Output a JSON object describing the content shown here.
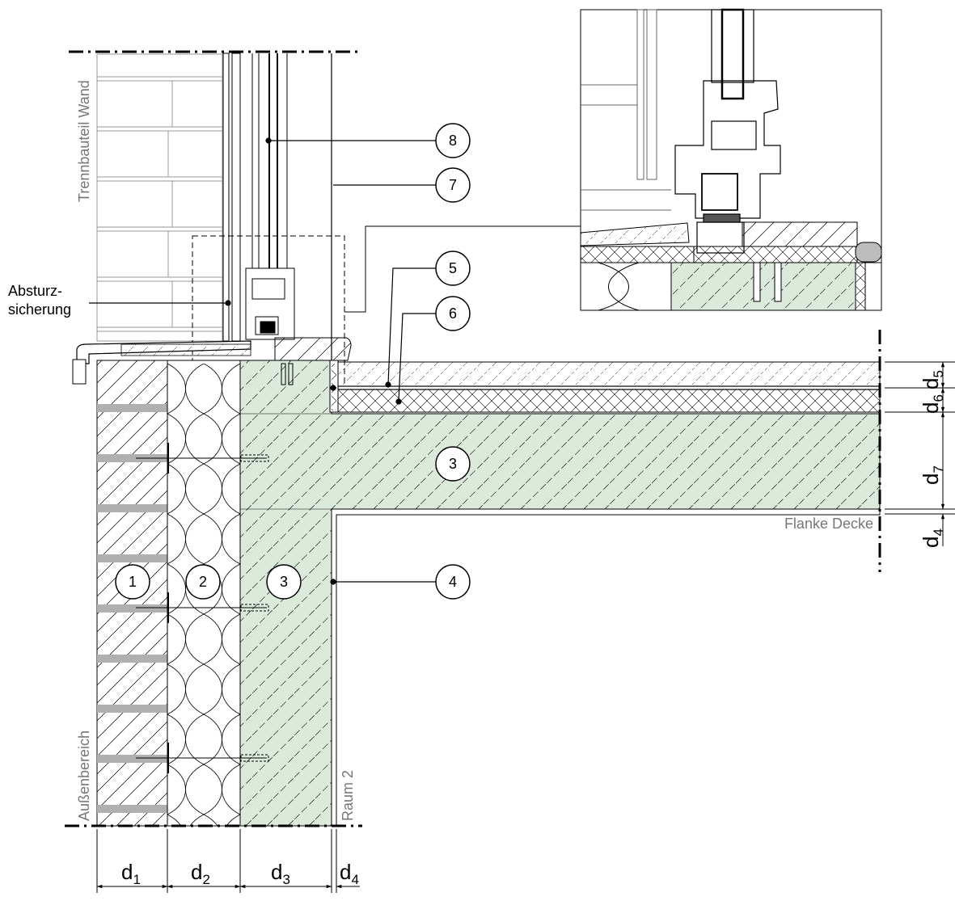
{
  "labels": {
    "wall": "Trennbauteil Wand",
    "fall_protection_line1": "Absturz-",
    "fall_protection_line2": "sicherung",
    "exterior": "Außenbereich",
    "room": "Raum 2",
    "flank": "Flanke Decke"
  },
  "callouts": [
    "1",
    "2",
    "3",
    "3",
    "4",
    "5",
    "6",
    "7",
    "8"
  ],
  "dimensions": {
    "bottom": [
      {
        "main": "d",
        "sub": "1"
      },
      {
        "main": "d",
        "sub": "2"
      },
      {
        "main": "d",
        "sub": "3"
      },
      {
        "main": "d",
        "sub": "4"
      }
    ],
    "right": [
      {
        "main": "d",
        "sub": "5"
      },
      {
        "main": "d",
        "sub": "6"
      },
      {
        "main": "d",
        "sub": "7"
      },
      {
        "main": "d",
        "sub": "4"
      }
    ]
  },
  "colors": {
    "concrete": "#dceadb",
    "line": "#000000",
    "brick_joint": "#b0b0b0",
    "label_grey": "#777777"
  }
}
